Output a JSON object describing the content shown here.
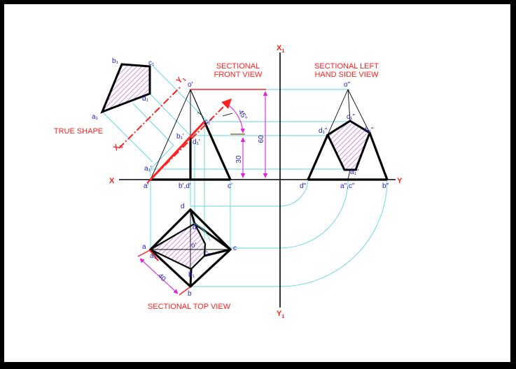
{
  "colors": {
    "outline": "#000000",
    "projector": "#5fd4e0",
    "section_plane": "#ff2020",
    "dimension": "#e020e0",
    "hatch": "#c070e0",
    "label": "#1c1cc8",
    "title": "#ff2020"
  },
  "titles": {
    "front": [
      "SECTIONAL",
      "FRONT VIEW"
    ],
    "left": [
      "SECTIONAL LEFT",
      "HAND SIDE VIEW"
    ],
    "top": "SECTIONAL TOP VIEW",
    "true_shape": "TRUE SHAPE"
  },
  "axes": {
    "x": "X",
    "y": "Y",
    "x1": "X",
    "y1": "Y",
    "sub1": "1"
  },
  "dimensions": {
    "height": "60",
    "cut_height": "30",
    "angle": "45°",
    "base_side": "40"
  },
  "labels": {
    "front": {
      "o": "o'",
      "a": "a'",
      "bd": "b',d'",
      "c": "c'",
      "a1": "a₁'",
      "b1": "b₁'",
      "c1": "c₁'",
      "d1": "d₁'"
    },
    "left": {
      "o": "o\"",
      "d": "d\"",
      "ac": "a\",c\"",
      "b": "b\"",
      "a1": "a₁\"",
      "b1": "b₁\"",
      "c1": "c₁\"",
      "d1": "d₁\""
    },
    "top": {
      "a": "a",
      "b": "b",
      "c": "c",
      "d": "d",
      "o": "o'",
      "a1": "a₁",
      "b1": "b₁",
      "c1": "c₁",
      "d1": "d₁"
    },
    "true_shape": {
      "a1": "a₁",
      "b1": "b₁",
      "c1": "c₁",
      "d1": "d₁"
    }
  }
}
